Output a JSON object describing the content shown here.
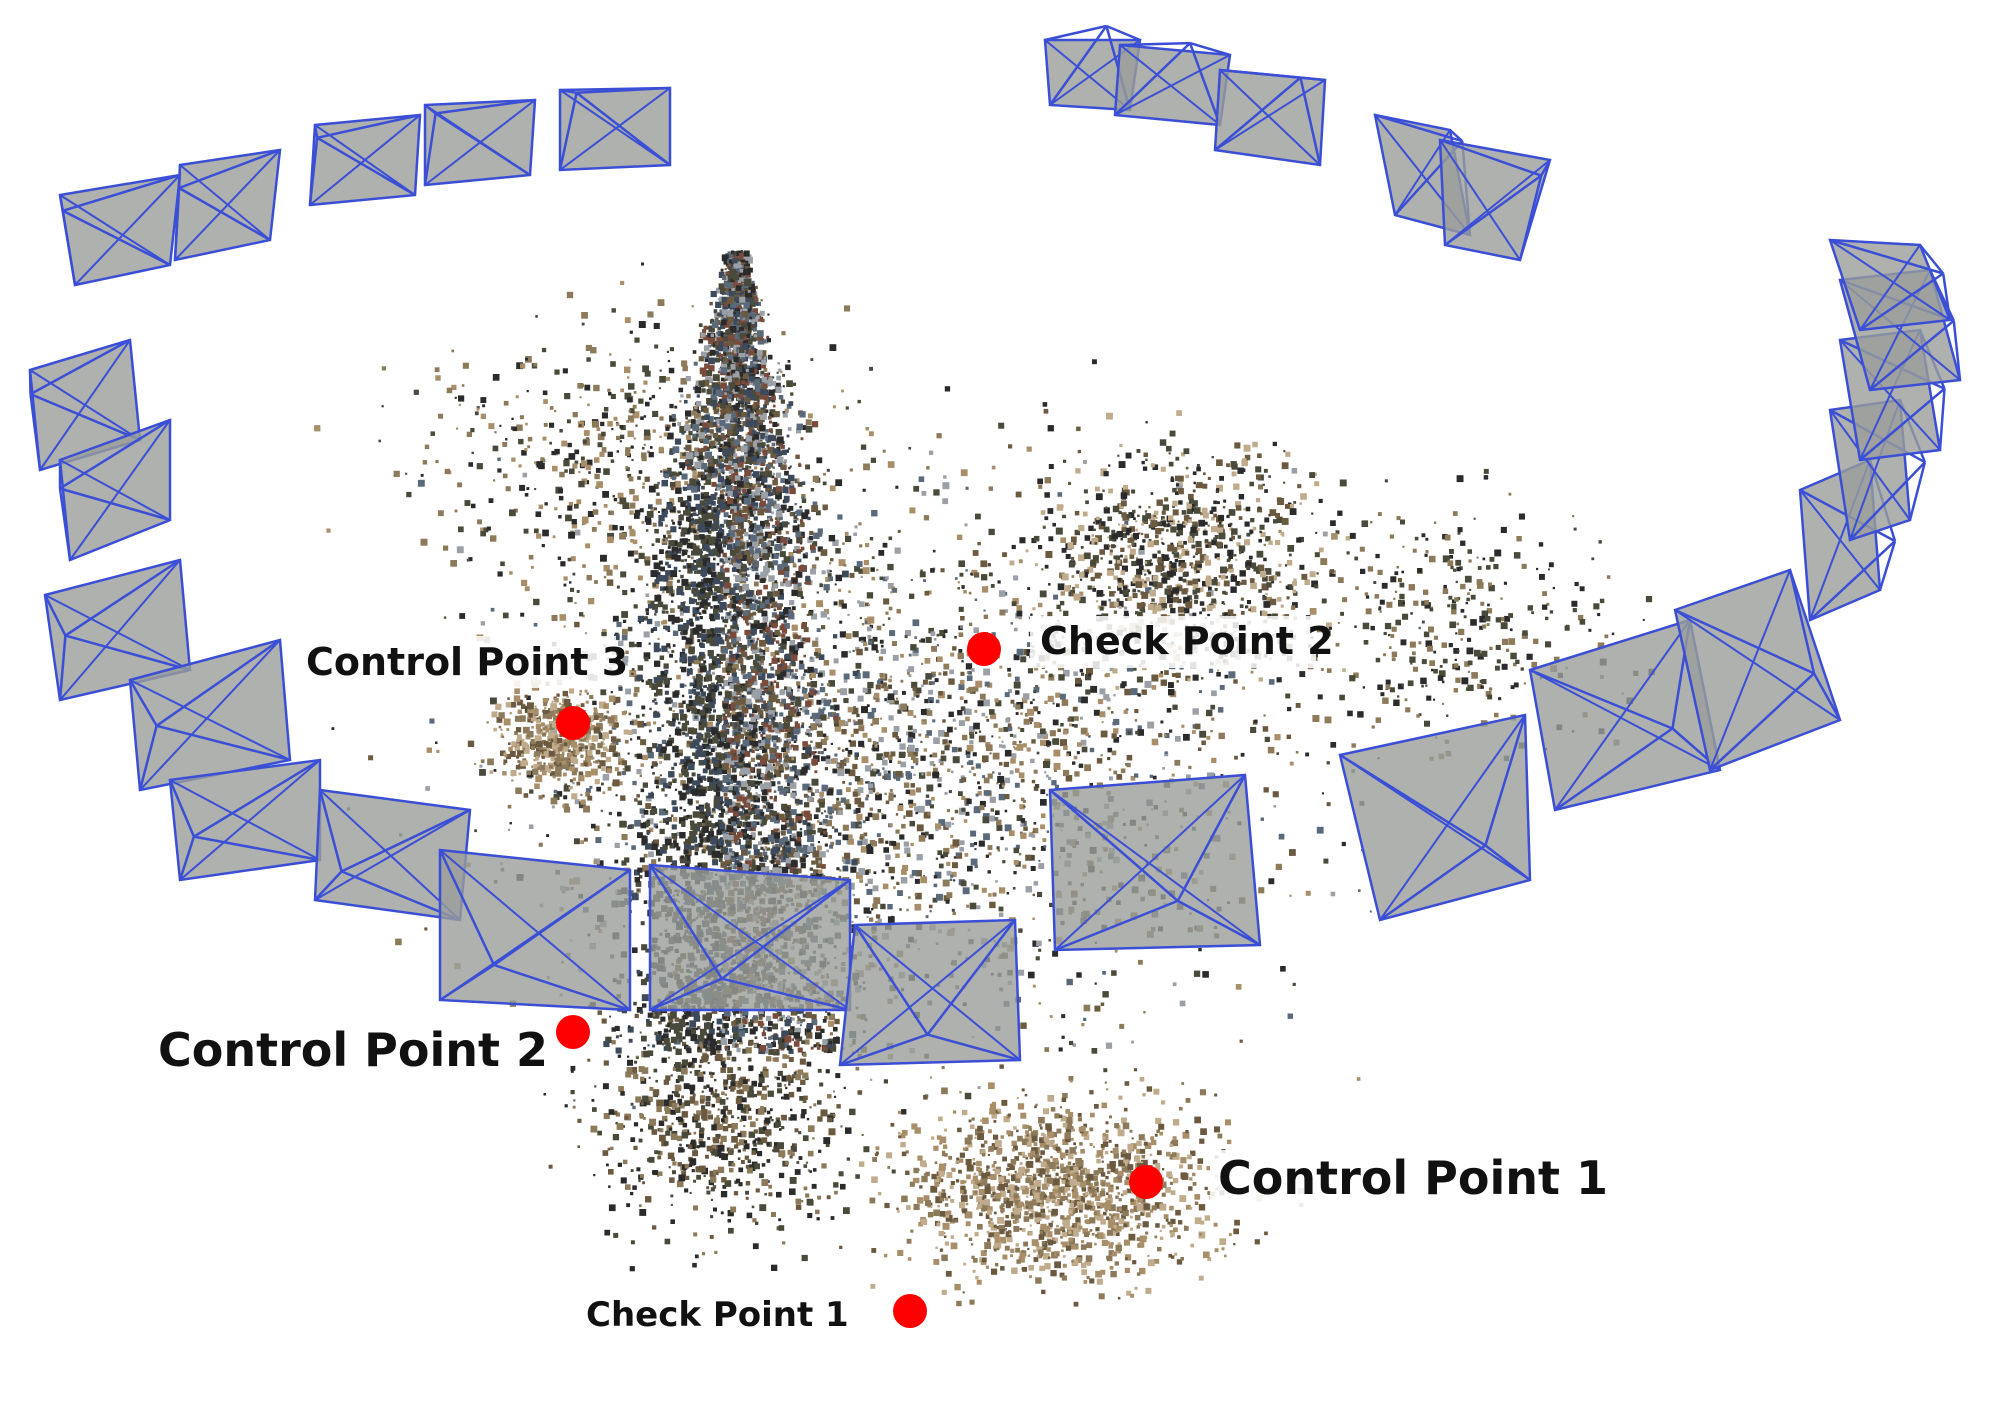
{
  "figure": {
    "background": "#ffffff",
    "point_colors": [
      "#2b2b2b",
      "#4a4a3a",
      "#6b5a40",
      "#8c7a5a",
      "#a88f6a",
      "#5a6a7a",
      "#7a4a3a",
      "#9aa0a6",
      "#c0ac8c",
      "#3c4a5c"
    ],
    "camera_color": "#3b4fd6",
    "camera_fill": "#9a9e98",
    "marker_color": "#ff0000"
  },
  "markers": [
    {
      "name": "control-point-3",
      "label": "Control Point 3"
    },
    {
      "name": "check-point-2",
      "label": "Check Point 2"
    },
    {
      "name": "control-point-2",
      "label": "Control Point 2"
    },
    {
      "name": "control-point-1",
      "label": "Control Point 1"
    },
    {
      "name": "check-point-1",
      "label": "Check Point 1"
    }
  ]
}
